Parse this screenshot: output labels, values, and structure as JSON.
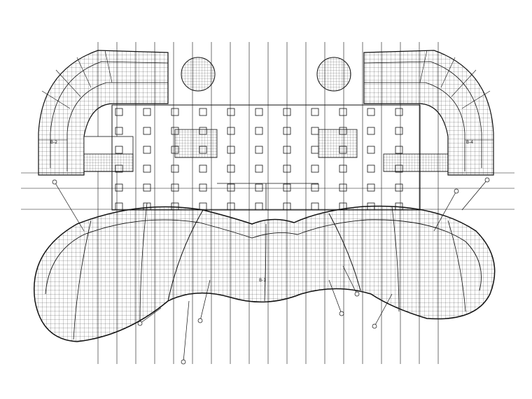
{
  "drawing": {
    "type": "architectural-floor-plan",
    "line_color": "#111111",
    "background": "#ffffff",
    "fill_tone": "#dcdcdc",
    "room_tags": [
      "B-2",
      "B-4",
      "B-1"
    ],
    "column_grid": {
      "columns": 11,
      "rows": 6
    },
    "column_count_lower": 9
  }
}
